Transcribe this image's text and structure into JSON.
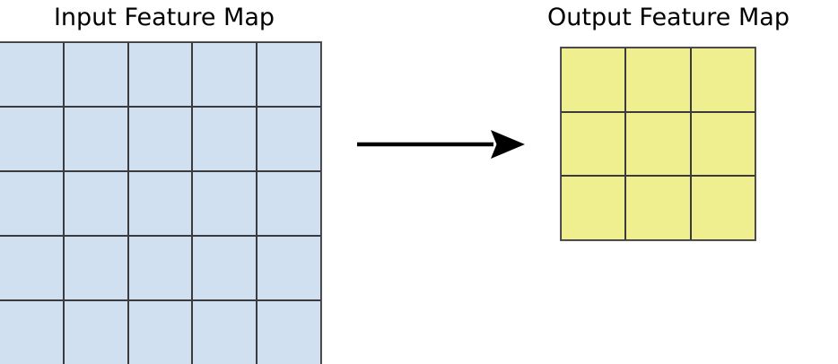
{
  "figure": {
    "background_color": "#ffffff",
    "panels": [
      {
        "id": "input",
        "title": "Input Feature Map",
        "rows": 5,
        "cols": 5,
        "cell_color": "#d0e0f1",
        "line_color": "#3a3a3f"
      },
      {
        "id": "output",
        "title": "Output Feature Map",
        "rows": 3,
        "cols": 3,
        "cell_color": "#f0ef90",
        "line_color": "#3a3a3f"
      }
    ],
    "connector": {
      "kind": "arrow",
      "direction": "left-to-right",
      "color": "#000000",
      "label": ""
    }
  },
  "chart_data": {
    "type": "diagram",
    "title": "",
    "items": [
      {
        "name": "Input Feature Map",
        "shape": "grid",
        "rows": 5,
        "cols": 5,
        "cells": 25,
        "fill": "#d0e0f1"
      },
      {
        "name": "Output Feature Map",
        "shape": "grid",
        "rows": 3,
        "cols": 3,
        "cells": 9,
        "fill": "#f0ef90"
      }
    ],
    "relations": [
      {
        "from": "Input Feature Map",
        "to": "Output Feature Map",
        "type": "arrow",
        "label": ""
      }
    ]
  }
}
